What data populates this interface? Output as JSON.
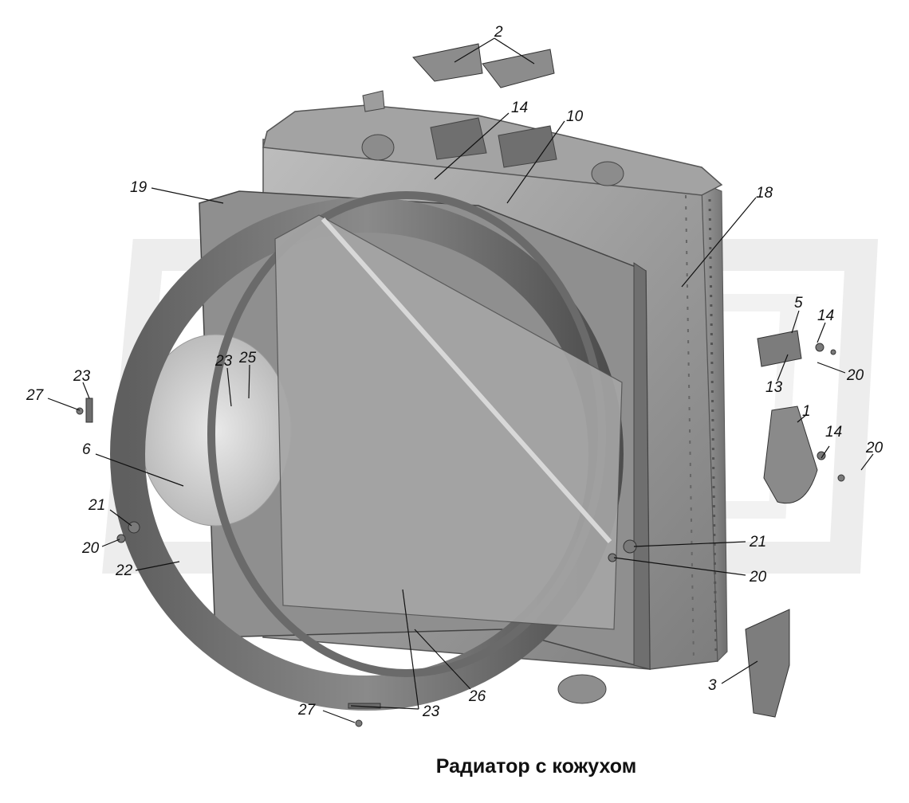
{
  "caption": "Радиатор с кожухом",
  "callouts": [
    "2",
    "14",
    "10",
    "19",
    "18",
    "5",
    "14",
    "13",
    "20",
    "1",
    "14",
    "20",
    "23",
    "27",
    "23",
    "25",
    "6",
    "21",
    "20",
    "22",
    "21",
    "20",
    "3",
    "26",
    "23",
    "27"
  ]
}
